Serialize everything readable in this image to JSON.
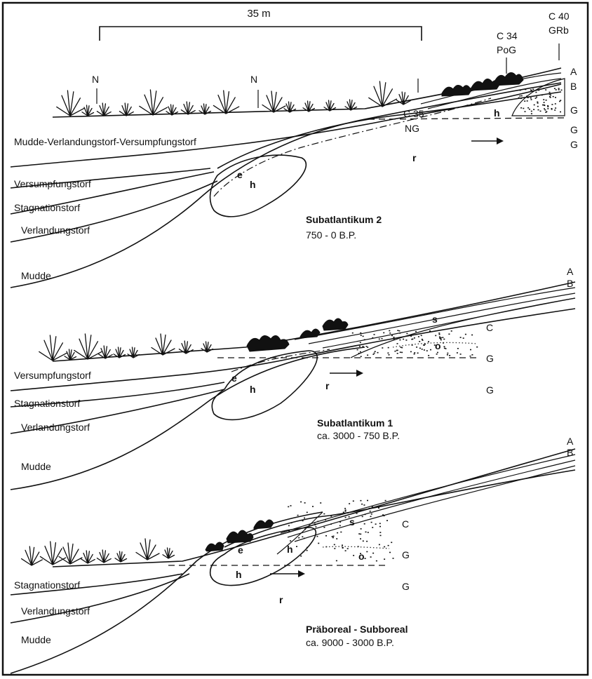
{
  "scale_bar": {
    "label": "35 m"
  },
  "profiles": {
    "c35": {
      "code": "C 35",
      "type": "NG"
    },
    "c34": {
      "code": "C 34",
      "type": "PoG"
    },
    "c40": {
      "code": "C 40",
      "type": "GRb"
    }
  },
  "markers": {
    "n1": "N",
    "n2": "N"
  },
  "panel1": {
    "layers": {
      "top": "Mudde-Verlandungstorf-Versumpfungstorf",
      "versumpfung": "Versumpfungstorf",
      "stagnation": "Stagnationstorf",
      "verlandung": "Verlandungstorf",
      "mudde": "Mudde"
    },
    "period": {
      "name": "Subatlantikum 2",
      "dates": "750 - 0  B.P."
    },
    "horizons": {
      "a": "A",
      "b": "B",
      "g1": "G",
      "g2": "G",
      "g3": "G",
      "h1": "h",
      "h2": "h",
      "e": "e",
      "r": "r"
    }
  },
  "panel2": {
    "layers": {
      "versumpfung": "Versumpfungstorf",
      "stagnation": "Stagnationstorf",
      "verlandung": "Verlandungstorf",
      "mudde": "Mudde"
    },
    "period": {
      "name": "Subatlantikum 1",
      "dates": "ca. 3000 - 750  B.P."
    },
    "horizons": {
      "a": "A",
      "b": "B",
      "c": "C",
      "g1": "G",
      "g2": "G",
      "o": "o",
      "s": "s",
      "h": "h",
      "e": "e",
      "r": "r"
    }
  },
  "panel3": {
    "layers": {
      "stagnation": "Stagnationstorf",
      "verlandung": "Verlandungstorf",
      "mudde": "Mudde"
    },
    "period": {
      "name": "Präboreal - Subboreal",
      "dates": "ca. 9000 - 3000  B.P."
    },
    "horizons": {
      "a": "A",
      "b": "B",
      "c": "C",
      "g1": "G",
      "g2": "G",
      "o": "o",
      "s": "s",
      "h1": "h",
      "h2": "h",
      "e": "e",
      "r": "r"
    }
  }
}
